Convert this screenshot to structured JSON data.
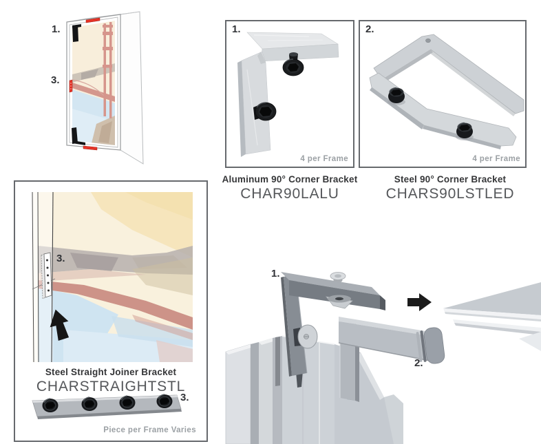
{
  "overview_frame": {
    "callout_1": "1.",
    "callout_3": "3."
  },
  "panels": {
    "aluminum_corner": {
      "callout": "1.",
      "qty_note": "4 per Frame",
      "title": "Aluminum 90° Corner Bracket",
      "sku": "CHAR90LALU"
    },
    "steel_corner": {
      "callout": "2.",
      "qty_note": "4 per Frame",
      "title": "Steel 90° Corner Bracket",
      "sku": "CHARS90LSTLED"
    },
    "straight_joiner": {
      "detail_callout": "3.",
      "title": "Steel Straight Joiner Bracket",
      "sku": "CHARSTRAIGHTSTL",
      "photo_callout": "3.",
      "qty_note": "Piece per Frame Varies"
    }
  },
  "assembly_diagram": {
    "callout_1": "1.",
    "callout_2": "2."
  },
  "colors": {
    "accent_red": "#e63327",
    "caption_text": "#353638",
    "sku_text": "#55575a",
    "muted_note": "#9ba0a4",
    "panel_border": "#66696d",
    "metal_light": "#d6dadd",
    "metal_mid": "#b6bbc0",
    "metal_dark": "#787e85",
    "screw_black": "#1b1d1f"
  }
}
